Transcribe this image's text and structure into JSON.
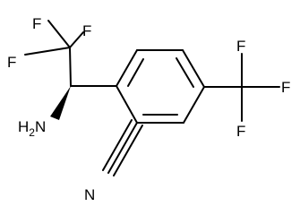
{
  "atoms": {
    "f_top_left": "F",
    "f_top_right": "F",
    "f_mid_left": "F",
    "amine_h": "H",
    "amine_sub": "2",
    "amine_n": "N",
    "nitrile_n": "N",
    "f_cf3_top": "F",
    "f_cf3_right": "F",
    "f_cf3_bottom": "F"
  },
  "colors": {
    "ink": "#000000",
    "background": "#ffffff"
  }
}
